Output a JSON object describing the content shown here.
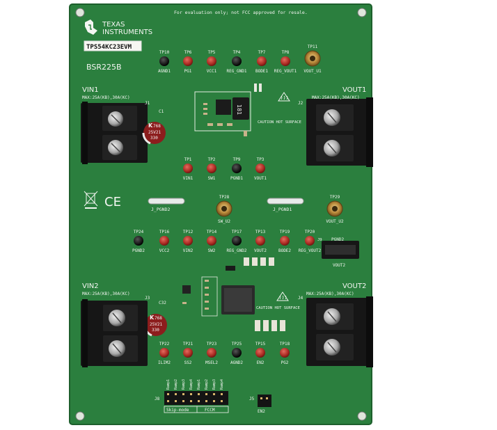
{
  "board": {
    "notice": "For evaluation only; not FCC approved for resale.",
    "logo_line1": "TEXAS",
    "logo_line2": "INSTRUMENTS",
    "model": "TPS54KC23EVM",
    "part": "BSR225B",
    "caution": "CAUTION HOT SURFACE",
    "ic_marking": "181",
    "colors": {
      "pcb": "#2b7f3e",
      "pcb_edge": "#1f6a31",
      "silk": "#f4f6f2",
      "red_tp": "#b8352c",
      "black_tp": "#1b1b1b",
      "terminal": "#161616",
      "gold": "#c9a14a"
    }
  },
  "test_points": [
    {
      "id": "TP10",
      "label": "AGND1",
      "color": "black"
    },
    {
      "id": "TP6",
      "label": "PG1",
      "color": "red"
    },
    {
      "id": "TP5",
      "label": "VCC1",
      "color": "red"
    },
    {
      "id": "TP4",
      "label": "REG_GND1",
      "color": "black"
    },
    {
      "id": "TP7",
      "label": "BODE1",
      "color": "red"
    },
    {
      "id": "TP8",
      "label": "REG_VOUT1",
      "color": "red"
    },
    {
      "id": "TP11",
      "label": "VOUT_U1",
      "color": "coax"
    },
    {
      "id": "TP1",
      "label": "VIN1",
      "color": "red"
    },
    {
      "id": "TP2",
      "label": "SW1",
      "color": "red"
    },
    {
      "id": "TP9",
      "label": "PGND1",
      "color": "black"
    },
    {
      "id": "TP3",
      "label": "VOUT1",
      "color": "red"
    },
    {
      "id": "TP28",
      "label": "SW_U2",
      "color": "coax"
    },
    {
      "id": "TP29",
      "label": "VOUT_U2",
      "color": "coax"
    },
    {
      "id": "TP24",
      "label": "PGND2",
      "color": "black"
    },
    {
      "id": "TP16",
      "label": "VCC2",
      "color": "red"
    },
    {
      "id": "TP12",
      "label": "VIN2",
      "color": "red"
    },
    {
      "id": "TP14",
      "label": "SW2",
      "color": "red"
    },
    {
      "id": "TP17",
      "label": "REG_GND2",
      "color": "black"
    },
    {
      "id": "TP13",
      "label": "VOUT2",
      "color": "red"
    },
    {
      "id": "TP19",
      "label": "BODE2",
      "color": "red"
    },
    {
      "id": "TP20",
      "label": "REG_VOUT2",
      "color": "red"
    },
    {
      "id": "TP22",
      "label": "ILIM2",
      "color": "red"
    },
    {
      "id": "TP21",
      "label": "SS2",
      "color": "red"
    },
    {
      "id": "TP23",
      "label": "MSEL2",
      "color": "red"
    },
    {
      "id": "TP25",
      "label": "AGND2",
      "color": "black"
    },
    {
      "id": "TP15",
      "label": "EN2",
      "color": "red"
    },
    {
      "id": "TP18",
      "label": "PG2",
      "color": "red"
    }
  ],
  "terminals": {
    "vin1": {
      "title": "VIN1",
      "rating": "MAX:25A(KB),30A(KC)",
      "ref": "J1"
    },
    "vout1": {
      "title": "VOUT1",
      "rating": "MAX:25A(KB),30A(KC)",
      "ref": "J2"
    },
    "vin2": {
      "title": "VIN2",
      "rating": "MAX:25A(KB),30A(KC)",
      "ref": "J3"
    },
    "vout2": {
      "title": "VOUT2",
      "rating": "MAX:25A(KB),30A(KC)",
      "ref": "J4"
    }
  },
  "capacitors": [
    {
      "ref": "C1",
      "l1": "K",
      "l2": "768",
      "l3": "25V21",
      "l4": "330"
    },
    {
      "ref": "C32",
      "l1": "K",
      "l2": "768",
      "l3": "25V21",
      "l4": "330"
    }
  ],
  "jumpers": {
    "j_pgnd2": "J_PGND2",
    "j_pgnd1": "J_PGND1",
    "j9": "J9",
    "pgnd2": "PGND2",
    "vout2": "VOUT2",
    "j8": "J8",
    "j5": "J5",
    "en2": "EN2",
    "skip_mode": "Skip-mode",
    "fccm": "FCCM",
    "j8_labels": [
      "Ramp1",
      "Ramp2",
      "Ramp3",
      "Ramp4",
      "Ramp1",
      "Ramp2",
      "Ramp3",
      "Ramp4"
    ]
  },
  "marks": {
    "ce": "CE"
  }
}
